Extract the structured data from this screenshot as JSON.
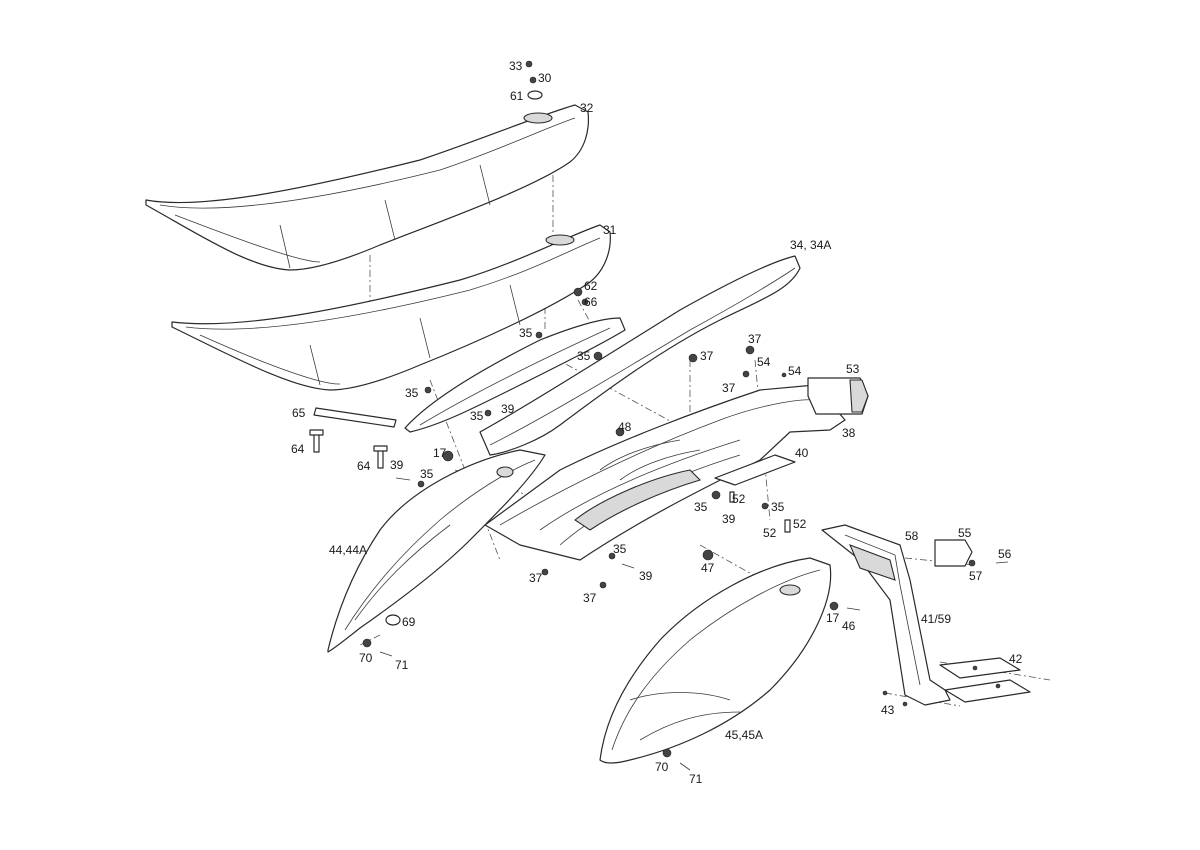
{
  "callouts": {
    "c33": "33",
    "c30": "30",
    "c61": "61",
    "c32": "32",
    "c31": "31",
    "c34": "34, 34A",
    "c62": "62",
    "c66": "66",
    "c35a": "35",
    "c35b": "35",
    "c35c": "35",
    "c35d": "35",
    "c35e": "35",
    "c35f": "35",
    "c35g": "35",
    "c37a": "37",
    "c37b": "37",
    "c37c": "37",
    "c37d": "37",
    "c37e": "37",
    "c54a": "54",
    "c54b": "54",
    "c53": "53",
    "c65": "65",
    "c64a": "64",
    "c64b": "64",
    "c39a": "39",
    "c39b": "39",
    "c39c": "39",
    "c39d": "39",
    "c17a": "17",
    "c17b": "17",
    "c48": "48",
    "c38": "38",
    "c40": "40",
    "c52a": "52",
    "c52b": "52",
    "c52c": "52",
    "c44": "44,44A",
    "c47": "47",
    "c46": "46",
    "c58": "58",
    "c55": "55",
    "c56": "56",
    "c57": "57",
    "c4159": "41/59",
    "c42": "42",
    "c43": "43",
    "c69": "69",
    "c70a": "70",
    "c71a": "71",
    "c70b": "70",
    "c71b": "71",
    "c45": "45,45A"
  }
}
